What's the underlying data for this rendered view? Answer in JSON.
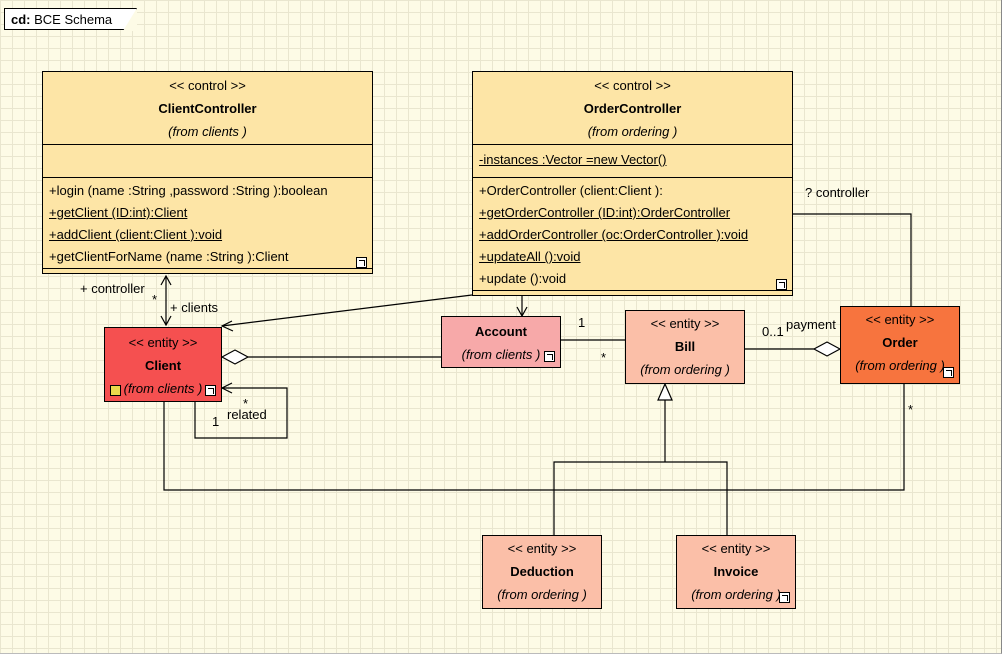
{
  "frame": {
    "label_kind": "cd:",
    "label_name": "BCE Schema"
  },
  "classes": {
    "client_controller": {
      "stereotype": "<< control >>",
      "name": "ClientController",
      "from": "(from  clients )",
      "operations": [
        "+login (name :String ,password :String ):boolean",
        "+getClient (ID:int):Client",
        "+addClient (client:Client ):void",
        "+getClientForName   (name :String ):Client"
      ]
    },
    "order_controller": {
      "stereotype": "<< control >>",
      "name": "OrderController",
      "from": "(from  ordering )",
      "attributes": [
        "-instances :Vector =new Vector()"
      ],
      "operations": [
        "+OrderController   (client:Client ):",
        "+getOrderController   (ID:int):OrderController",
        "+addOrderController   (oc:OrderController   ):void",
        "+updateAll ():void",
        "+update ():void"
      ]
    },
    "client": {
      "stereotype": "<< entity >>",
      "name": "Client",
      "from": "(from  clients )",
      "color": "#f55050"
    },
    "account": {
      "name": "Account",
      "from": "(from  clients )",
      "color": "#f7a9a9"
    },
    "bill": {
      "stereotype": "<< entity >>",
      "name": "Bill",
      "from": "(from  ordering )",
      "color": "#fbbfa8"
    },
    "order": {
      "stereotype": "<< entity >>",
      "name": "Order",
      "from": "(from  ordering )",
      "color": "#f7743e"
    },
    "deduction": {
      "stereotype": "<< entity >>",
      "name": "Deduction",
      "from": "(from  ordering )",
      "color": "#fbbfa8"
    },
    "invoice": {
      "stereotype": "<< entity >>",
      "name": "Invoice",
      "from": "(from  ordering )",
      "color": "#fbbfa8"
    }
  },
  "colors": {
    "control": "#fde5a6",
    "client": "#f55050",
    "account": "#f7a9a9",
    "bill": "#fbbfa8",
    "order": "#f7743e"
  },
  "labels": {
    "controller_role": "+ controller",
    "clients_role": "+ clients",
    "star": "*",
    "related": "related",
    "one": "1",
    "zero_one": "0..1",
    "payment": "payment",
    "q_controller": "? controller"
  }
}
